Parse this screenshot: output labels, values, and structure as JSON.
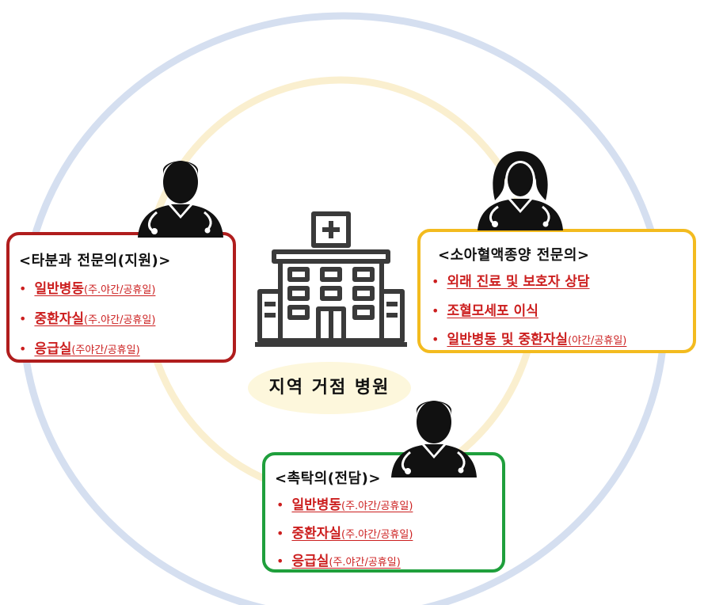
{
  "colors": {
    "outer_ring": "#d5dff0",
    "inner_ring": "#faefcf",
    "red": "#b01d1d",
    "yellow": "#f3bb1f",
    "green": "#1f9f3c",
    "item_text": "#cc1f1f",
    "hospital_label_bg": "#fdf7dc"
  },
  "center": {
    "icon": "hospital-icon",
    "label": "지역 거점 병원"
  },
  "groups": [
    {
      "id": "other-specialists",
      "icon": "male-doctor-icon",
      "title": "<타분과 전문의(지원)>",
      "items": [
        {
          "main": "일반병동",
          "sub": "(주.야간/공휴일)"
        },
        {
          "main": "중환자실",
          "sub": "(주.야간/공휴일)"
        },
        {
          "main": "응급실",
          "sub": "(주야간/공휴일)"
        }
      ]
    },
    {
      "id": "pediatric-hemato-oncology",
      "icon": "female-doctor-icon",
      "title": "<소아혈액종양 전문의>",
      "items": [
        {
          "main": "외래 진료 및 보호자 상담",
          "sub": ""
        },
        {
          "main": "조혈모세포 이식",
          "sub": ""
        },
        {
          "main": "일반병동 및 중환자실",
          "sub": "(야간/공휴일)"
        }
      ]
    },
    {
      "id": "dedicated-contract",
      "icon": "male-doctor-icon",
      "title": "<촉탁의(전담)>",
      "items": [
        {
          "main": "일반병동",
          "sub": "(주.야간/공휴일)"
        },
        {
          "main": "중환자실",
          "sub": "(주.야간/공휴일)"
        },
        {
          "main": "응급실",
          "sub": "(주.야간/공휴일)"
        }
      ]
    }
  ]
}
